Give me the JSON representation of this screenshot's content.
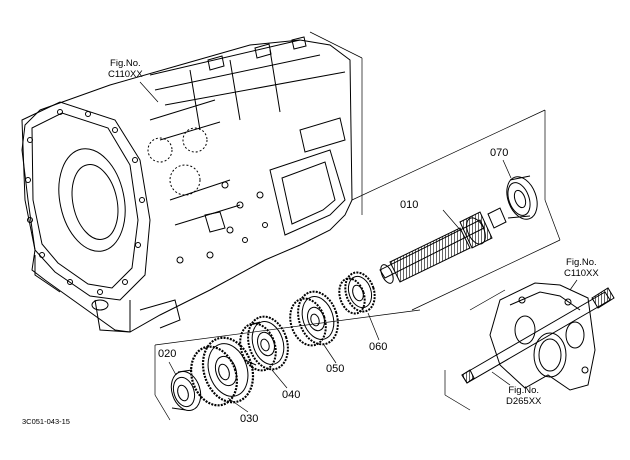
{
  "callouts": {
    "p010": "010",
    "p020": "020",
    "p030": "030",
    "p040": "040",
    "p050": "050",
    "p060": "060",
    "p070": "070"
  },
  "fig_refs": {
    "housing": {
      "line1": "Fig.No.",
      "line2": "C110XX"
    },
    "cover": {
      "line1": "Fig.No.",
      "line2": "C110XX"
    },
    "shaft": {
      "line1": "Fig.No.",
      "line2": "D265XX"
    }
  },
  "drawing_code": "3C051-043-15"
}
